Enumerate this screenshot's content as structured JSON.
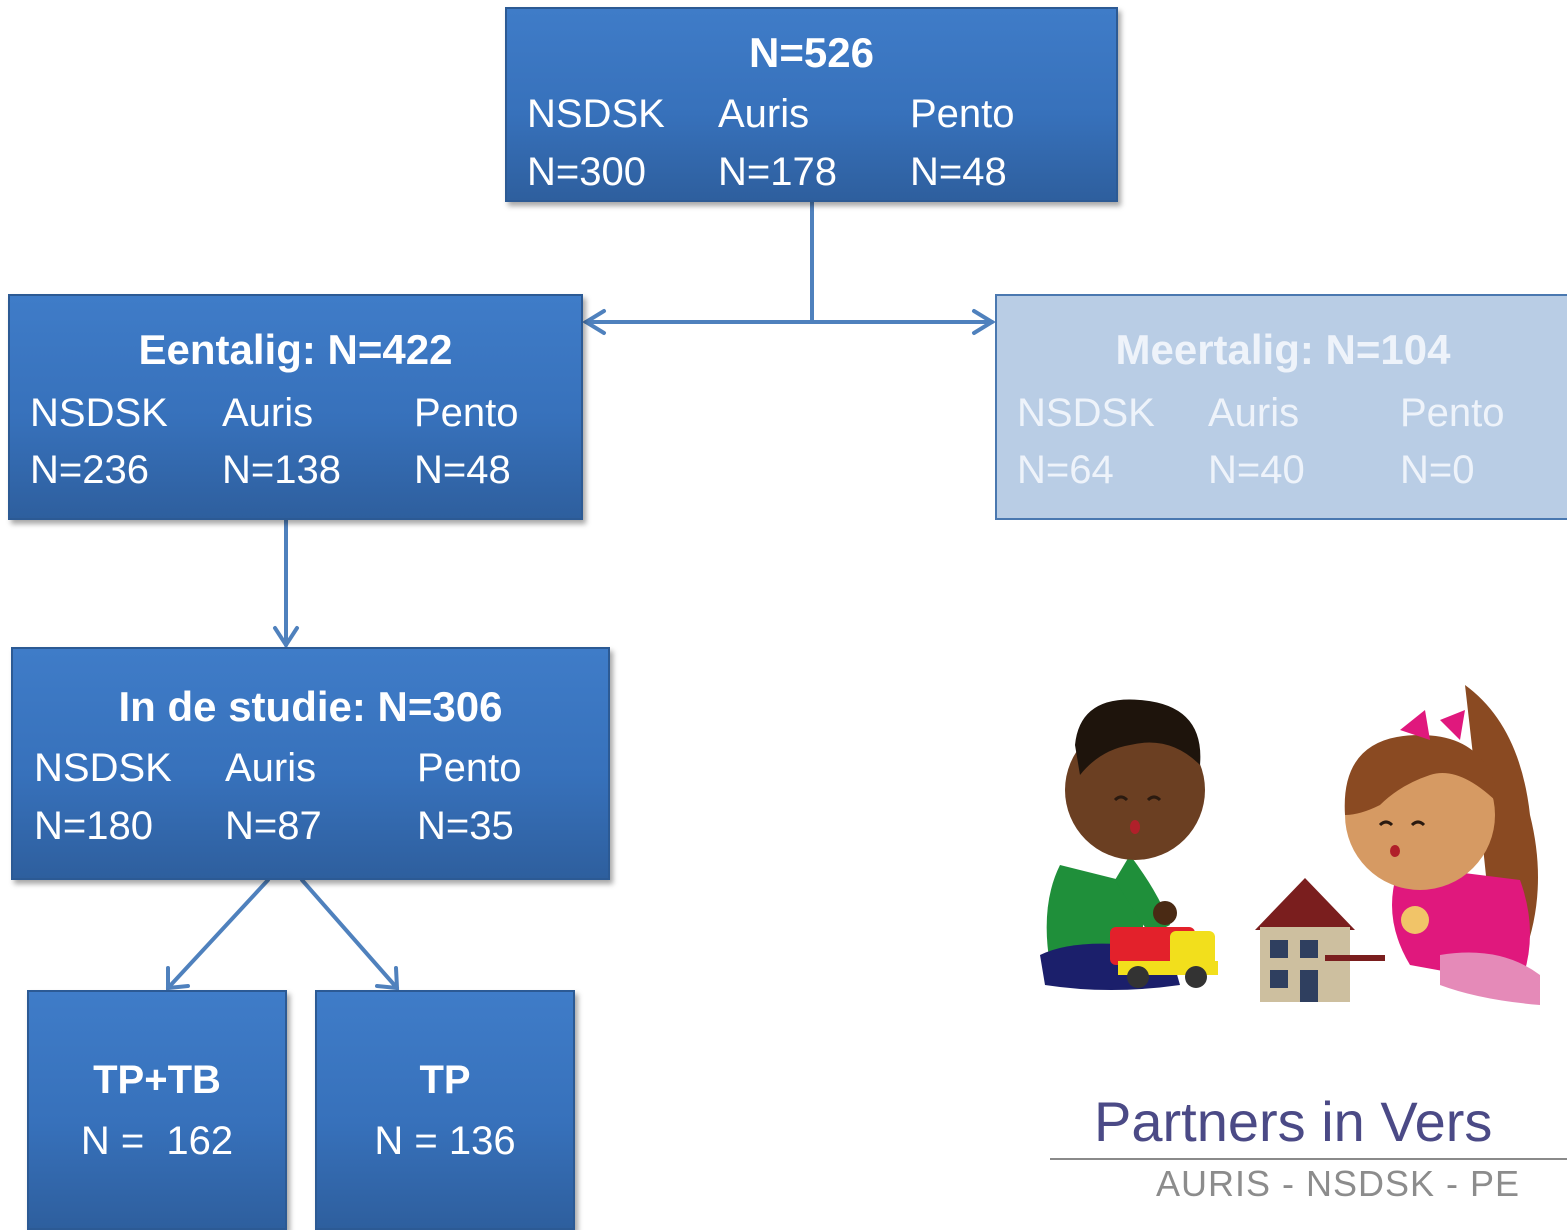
{
  "top": {
    "title": "N=526",
    "cols": [
      {
        "name": "NSDSK",
        "n": "N=300"
      },
      {
        "name": "Auris",
        "n": "N=178"
      },
      {
        "name": "Pento",
        "n": "N=48"
      }
    ]
  },
  "eentalig": {
    "title": "Eentalig: N=422",
    "cols": [
      {
        "name": "NSDSK",
        "n": "N=236"
      },
      {
        "name": "Auris",
        "n": "N=138"
      },
      {
        "name": "Pento",
        "n": "N=48"
      }
    ]
  },
  "meertalig": {
    "title": "Meertalig: N=104",
    "cols": [
      {
        "name": "NSDSK",
        "n": "N=64"
      },
      {
        "name": "Auris",
        "n": "N=40"
      },
      {
        "name": "Pento",
        "n": "N=0"
      }
    ]
  },
  "studie": {
    "title": "In de studie: N=306",
    "cols": [
      {
        "name": "NSDSK",
        "n": "N=180"
      },
      {
        "name": "Auris",
        "n": "N=87"
      },
      {
        "name": "Pento",
        "n": "N=35"
      }
    ]
  },
  "tptb": {
    "title": "TP+TB",
    "n": "N =  162"
  },
  "tp": {
    "title": "TP",
    "n": "N = 136"
  },
  "brand": {
    "name": "Partners in Vers",
    "sub": "AURIS - NSDSK - PE"
  },
  "colors": {
    "box": "#3a74bf",
    "box_light": "#b9cde5",
    "connector": "#4f81bd"
  }
}
